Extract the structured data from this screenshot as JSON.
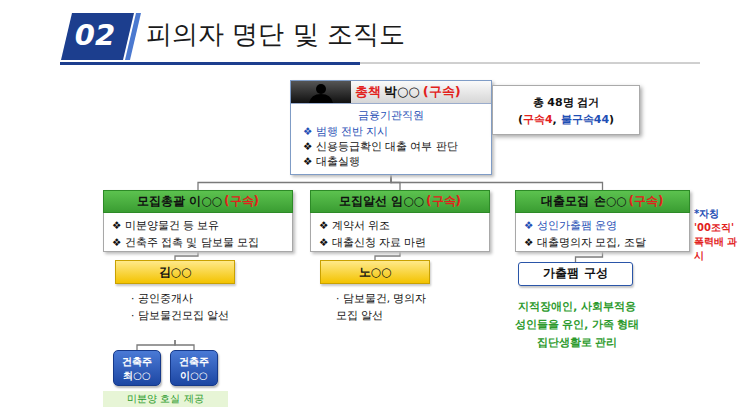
{
  "diagram": {
    "title": "피의자 명단 및 조직도",
    "nodes": [
      {
        "text": [
          "총책",
          "박○○",
          "(구속)",
          "금융기관직원",
          "❖ 범행 전반 지시",
          "❖ 신용등급확인 대출 여부 판단",
          "❖ 대출실행"
        ]
      },
      {
        "text": [
          "총 48명 검거",
          "(",
          "구속4",
          ",",
          "불구속44",
          ")"
        ]
      },
      {
        "text": [
          "모집총괄 이○○",
          "(구속)",
          "❖ 미분양물건 등 보유",
          "❖ 건축주 접촉 및 담보물 모집"
        ]
      },
      {
        "text": [
          "모집알선 임○○",
          "(구속)",
          "❖ 계약서 위조",
          "❖ 대출신청 자료 마련"
        ]
      },
      {
        "text": [
          "대출모집 손○○",
          "(구속)",
          "❖ 성인가출팸 운영",
          "❖ 대출명의자 모집, 조달"
        ]
      },
      {
        "text": [
          "김○○",
          "· 공인중개사",
          "· 담보물건모집 알선"
        ]
      },
      {
        "text": [
          "노○○",
          "· 담보물건, 명의자 모집 알선"
        ]
      },
      {
        "text": [
          "가출팸 구성"
        ]
      },
      {
        "text": [
          "건축주",
          "최○○"
        ]
      },
      {
        "text": [
          "건축주",
          "이○○"
        ]
      }
    ],
    "edges": [
      {
        "from": 0,
        "to": 2,
        "arrow": "none"
      },
      {
        "from": 0,
        "to": 3,
        "arrow": "none"
      },
      {
        "from": 0,
        "to": 4,
        "arrow": "none"
      },
      {
        "from": 2,
        "to": 5,
        "arrow": "none"
      },
      {
        "from": 3,
        "to": 6,
        "arrow": "none"
      },
      {
        "from": 4,
        "to": 7,
        "arrow": "none"
      },
      {
        "from": 5,
        "to": 8,
        "arrow": "none"
      },
      {
        "from": 5,
        "to": 9,
        "arrow": "none"
      }
    ],
    "labels": [
      "02",
      "*자칭",
      "'00조직' 폭력배 과시",
      "지적장애인, 사회부적응 성인들을 유인, 가족 형태 집단생활로 관리",
      "미분양 호실 제공"
    ]
  }
}
